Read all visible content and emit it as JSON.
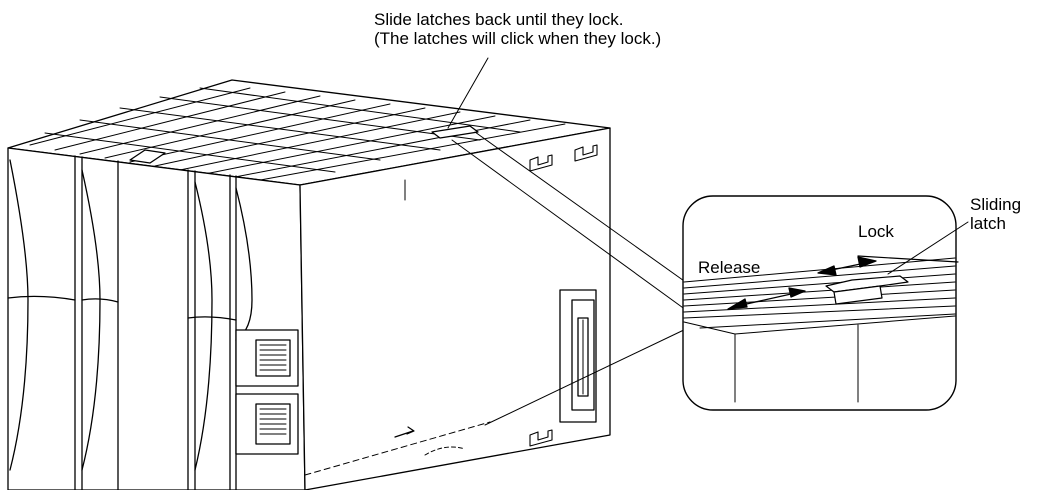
{
  "callout": {
    "line1": "Slide latches back until they lock.",
    "line2": "(The latches will click when they lock.)"
  },
  "detail": {
    "release_label": "Release",
    "lock_label": "Lock",
    "sliding_latch_line1": "Sliding",
    "sliding_latch_line2": "latch"
  },
  "colors": {
    "ink": "#000000",
    "background": "#ffffff"
  }
}
